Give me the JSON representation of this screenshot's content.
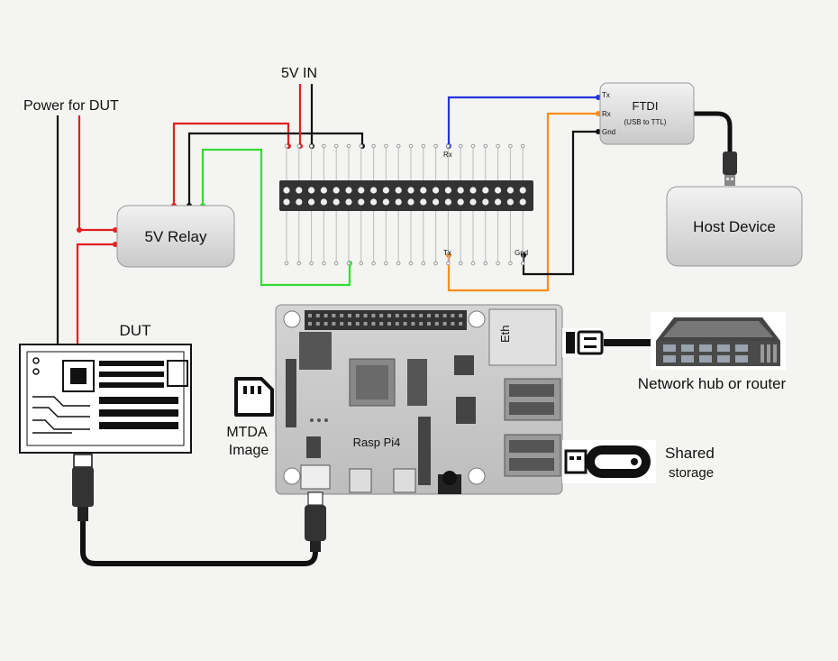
{
  "labels": {
    "power_for_dut": "Power for DUT",
    "five_v_in": "5V IN",
    "relay": "5V Relay",
    "dut": "DUT",
    "ftdi_title": "FTDI",
    "ftdi_sub": "(USB to TTL)",
    "ftdi_tx": "Tx",
    "ftdi_rx": "Rx",
    "ftdi_gnd": "Gnd",
    "host_device": "Host Device",
    "gpio_rx": "Rx",
    "gpio_tx": "Tx",
    "gpio_gnd": "Gnd",
    "network": "Network hub or router",
    "mtda_line1": "MTDA",
    "mtda_line2": "Image",
    "rasp_pi": "Rasp Pi4",
    "eth": "Eth",
    "shared_line1": "Shared",
    "shared_line2": "storage"
  },
  "colors": {
    "background": "#f4f4f2",
    "wire_red": "#e02020",
    "wire_black": "#111111",
    "wire_green": "#33dd33",
    "wire_blue": "#2233dd",
    "wire_orange": "#ff8c1a",
    "box_fill": "#d9d9d9",
    "pi_board": "#c8c8c8"
  },
  "icons": [
    "sd-card-icon",
    "usb-plug-icon",
    "ethernet-plug-icon",
    "network-hub-icon",
    "usb-stick-icon",
    "circuit-board-icon"
  ]
}
